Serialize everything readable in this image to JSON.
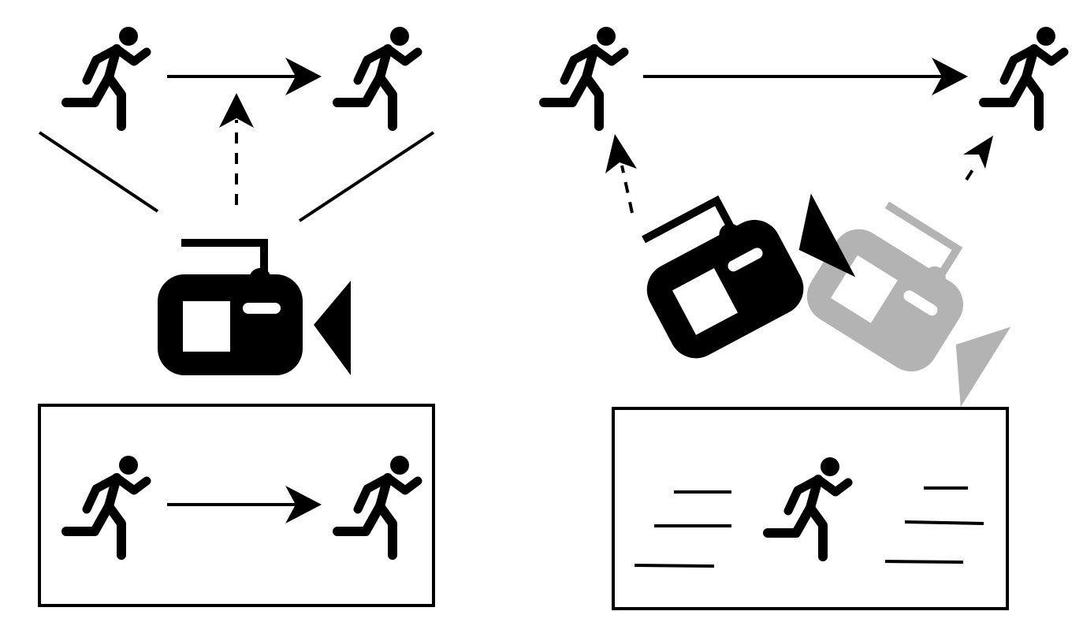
{
  "colors": {
    "foreground": "#000000",
    "background": "#ffffff",
    "moving_camera_ghost": "#b3b3b3"
  },
  "icons": {
    "runner": "person-running-icon",
    "camera": "video-camera-icon"
  },
  "panels": [
    {
      "id": "static-camera",
      "scene": [
        "runner",
        "arrow",
        "runner"
      ],
      "camera": "static",
      "view_frame": [
        "runner",
        "arrow",
        "runner"
      ]
    },
    {
      "id": "tracking-camera",
      "scene": [
        "runner",
        "arrow",
        "runner"
      ],
      "camera": "panning",
      "view_frame": [
        "speed-lines",
        "runner",
        "speed-lines"
      ]
    }
  ]
}
